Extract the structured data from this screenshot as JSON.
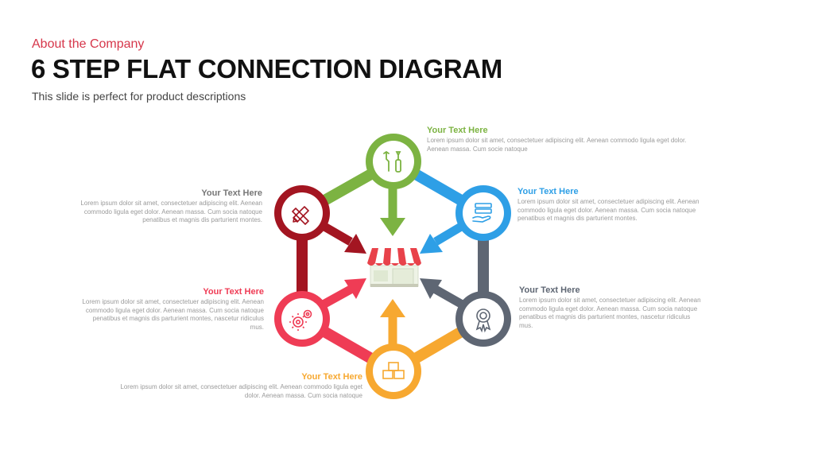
{
  "header": {
    "kicker": "About  the Company",
    "title": "6 STEP FLAT CONNECTION DIAGRAM",
    "subtitle": "This slide is perfect for product descriptions"
  },
  "colors": {
    "green": "#7cb342",
    "blue": "#2e9fe6",
    "slate": "#5e6673",
    "orange": "#f7a830",
    "red": "#ef3c55",
    "darkred": "#a31521",
    "kicker": "#d6364a"
  },
  "center_icon": "shop-storefront-icon",
  "steps": [
    {
      "id": "top",
      "color": "#7cb342",
      "icon": "tools-icon",
      "heading": "Your Text Here",
      "body": "Lorem ipsum dolor sit amet, consectetuer adipiscing elit. Aenean commodo ligula eget dolor. Aenean massa. Cum socie natoque"
    },
    {
      "id": "upper-right",
      "color": "#2e9fe6",
      "icon": "handshake-money-icon",
      "heading": "Your Text Here",
      "body": "Lorem ipsum dolor sit amet, consectetuer adipiscing elit. Aenean commodo ligula eget dolor. Aenean massa. Cum socia natoque penatibus et magnis dis parturient montes."
    },
    {
      "id": "lower-right",
      "color": "#5e6673",
      "icon": "award-ribbon-icon",
      "heading": "Your Text Here",
      "body": "Lorem ipsum dolor sit amet, consectetuer adipiscing elit. Aenean commodo ligula eget dolor. Aenean massa. Cum socia natoque penatibus et magnis dis parturient montes, nascetur ridiculus mus."
    },
    {
      "id": "bottom",
      "color": "#f7a830",
      "icon": "boxes-icon",
      "heading": "Your Text Here",
      "body": "Lorem ipsum dolor sit amet, consectetuer adipiscing elit. Aenean commodo ligula eget dolor. Aenean massa. Cum socia natoque"
    },
    {
      "id": "lower-left",
      "color": "#ef3c55",
      "icon": "gears-icon",
      "heading": "Your Text Here",
      "body": "Lorem ipsum dolor sit amet, consectetuer adipiscing elit. Aenean commodo ligula eget dolor. Aenean massa. Cum socia natoque penatibus et magnis dis parturient montes, nascetur ridiculus mus."
    },
    {
      "id": "upper-left",
      "color": "#a31521",
      "icon": "pencil-ruler-icon",
      "heading": "Your Text Here",
      "body": "Lorem ipsum dolor sit amet, consectetuer adipiscing elit. Aenean commodo ligula eget dolor. Aenean massa. Cum socia natoque penatibus et magnis dis parturient montes."
    }
  ]
}
